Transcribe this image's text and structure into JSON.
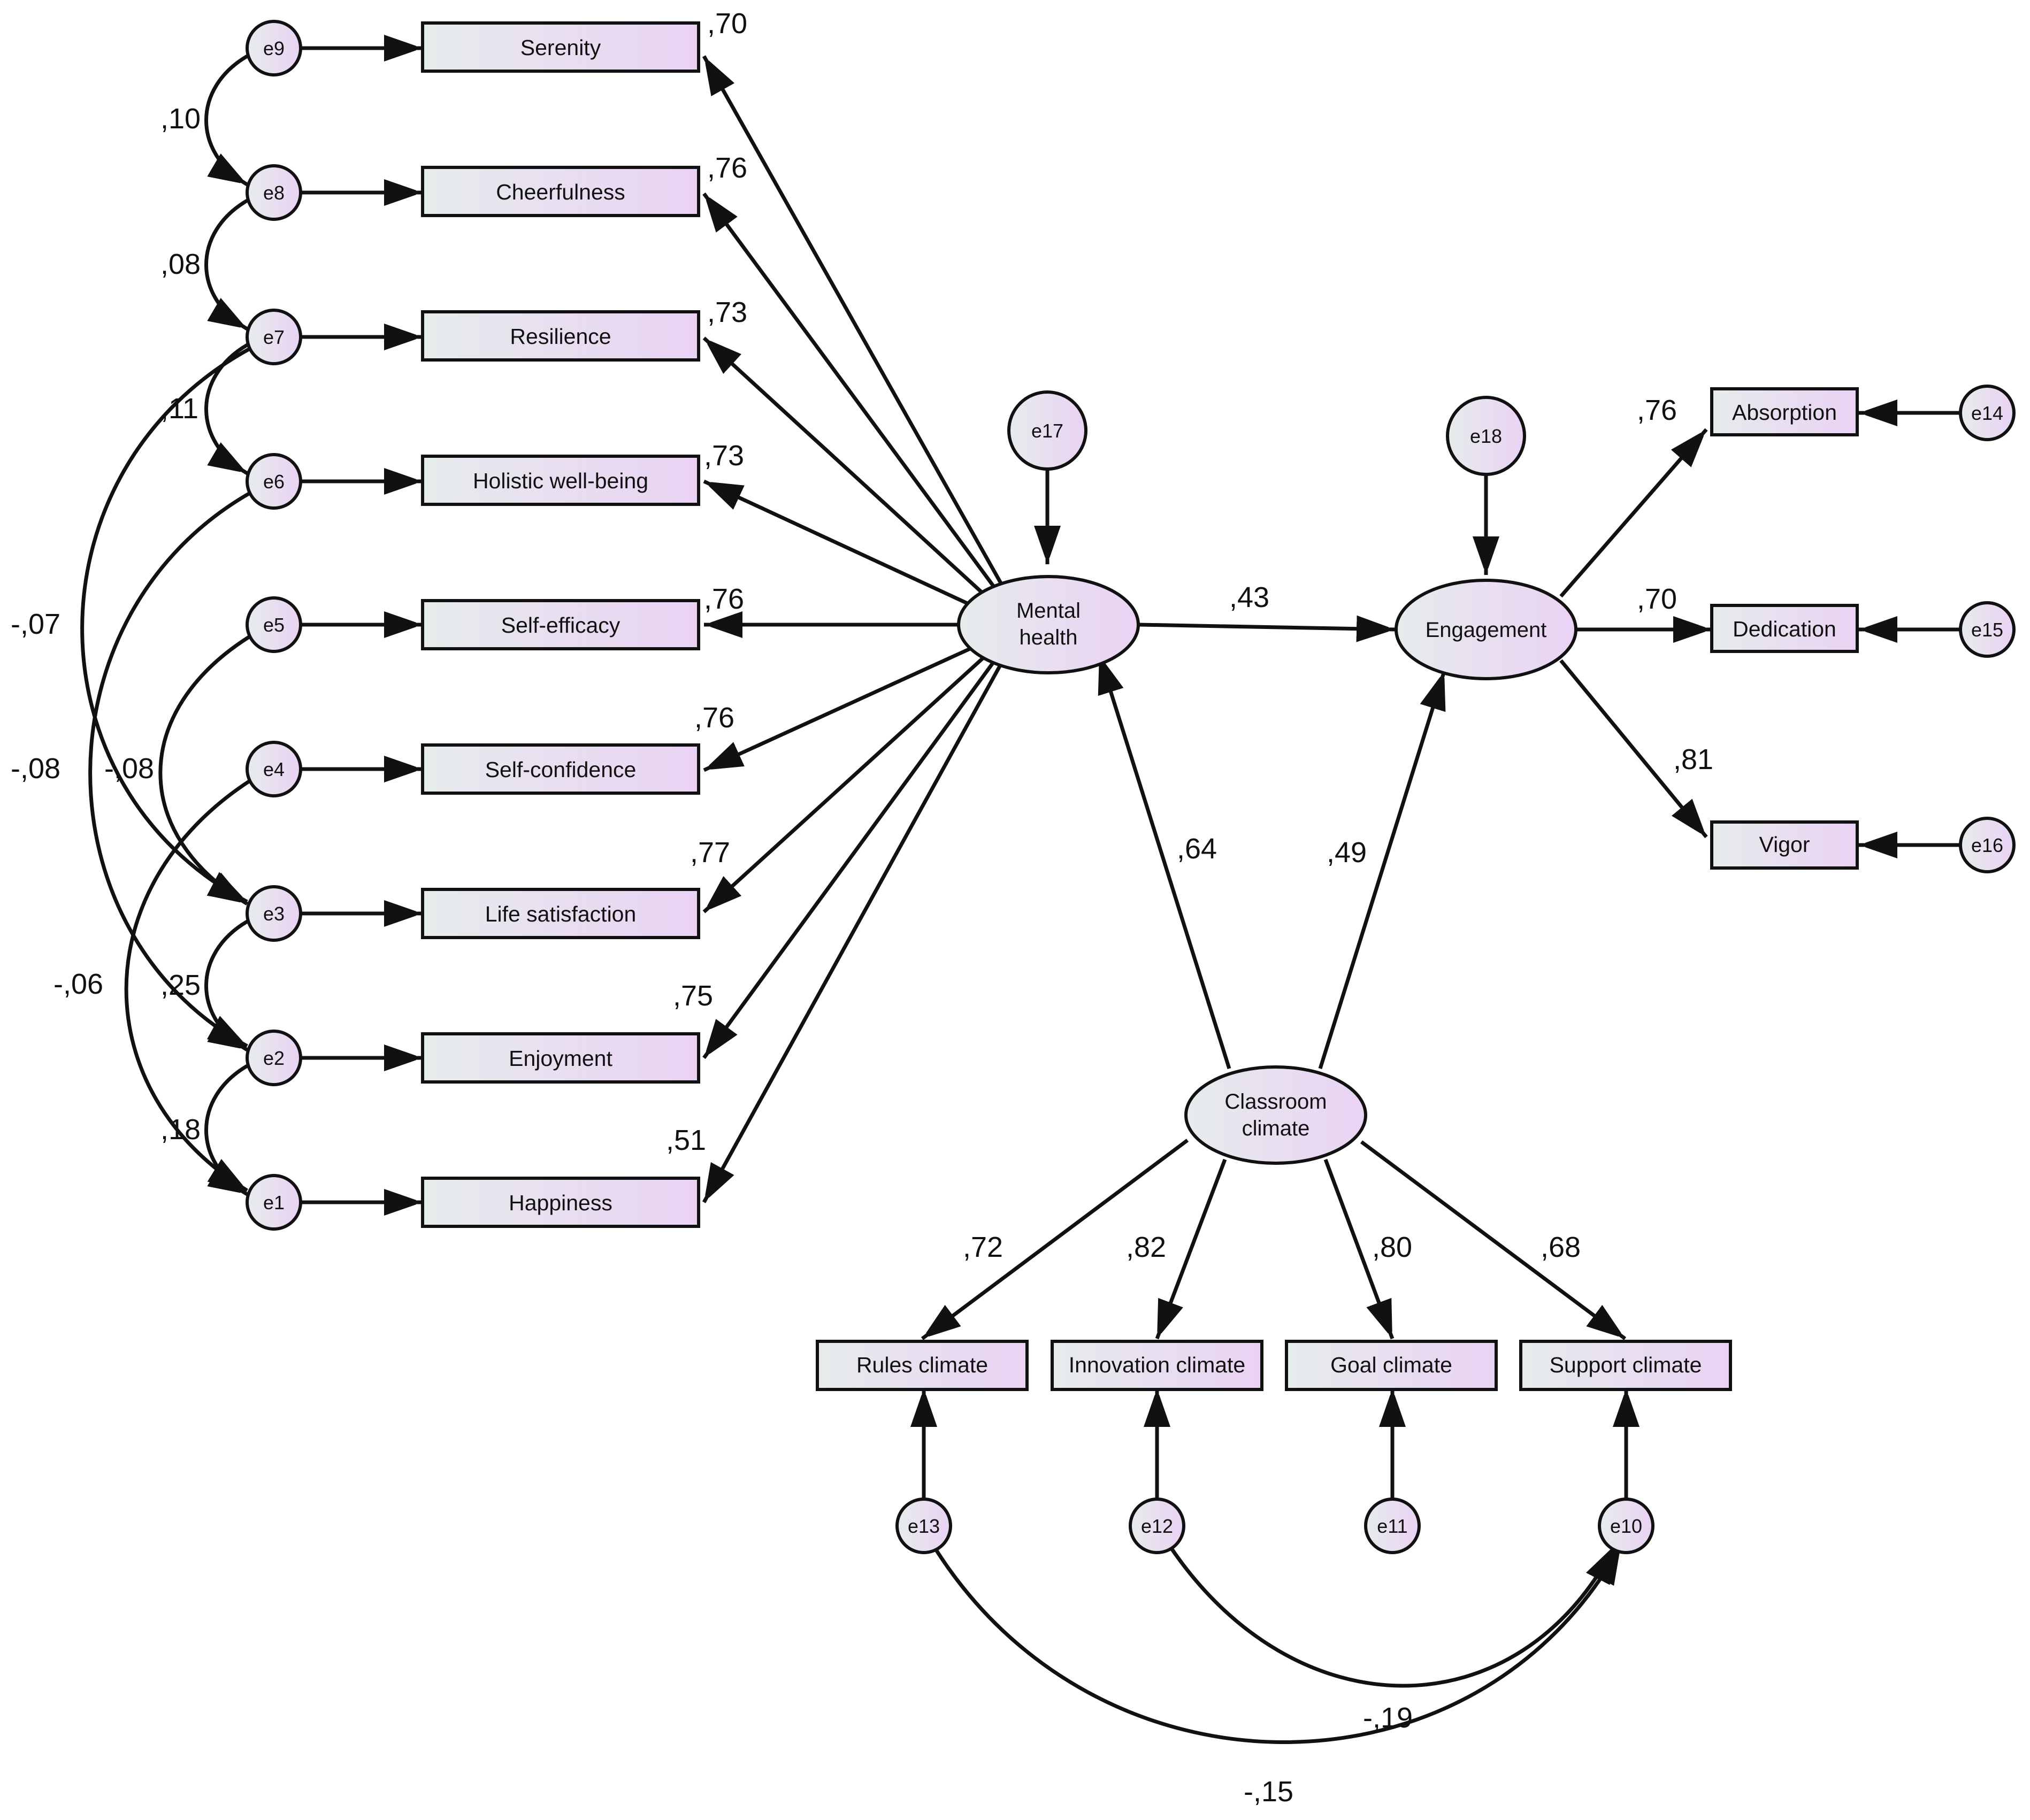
{
  "diagram": {
    "colors": {
      "fill_left": "#e6ecec",
      "fill_right": "#ead2f4",
      "stroke": "#111111"
    },
    "latent": {
      "mental": [
        "Mental",
        "health"
      ],
      "engagement": [
        "Engagement"
      ],
      "classroom": [
        "Classroom",
        "climate"
      ]
    },
    "indicators": {
      "serenity": "Serenity",
      "cheerfulness": "Cheerfulness",
      "resilience": "Resilience",
      "holistic": "Holistic well-being",
      "selfefficacy": "Self-efficacy",
      "selfconfidence": "Self-confidence",
      "lifesat": "Life satisfaction",
      "enjoyment": "Enjoyment",
      "happiness": "Happiness",
      "absorption": "Absorption",
      "dedication": "Dedication",
      "vigor": "Vigor",
      "rules": "Rules climate",
      "innovation": "Innovation climate",
      "goal": "Goal climate",
      "support": "Support climate"
    },
    "errors": {
      "e1": "e1",
      "e2": "e2",
      "e3": "e3",
      "e4": "e4",
      "e5": "e5",
      "e6": "e6",
      "e7": "e7",
      "e8": "e8",
      "e9": "e9",
      "e10": "e10",
      "e11": "e11",
      "e12": "e12",
      "e13": "e13",
      "e14": "e14",
      "e15": "e15",
      "e16": "e16",
      "e17": "e17",
      "e18": "e18"
    },
    "loadings": {
      "mental_serenity": ",70",
      "mental_cheerfulness": ",76",
      "mental_resilience": ",73",
      "mental_holistic": ",73",
      "mental_selfefficacy": ",76",
      "mental_selfconfidence": ",76",
      "mental_lifesat": ",77",
      "mental_enjoyment": ",75",
      "mental_happiness": ",51",
      "engagement_absorption": ",76",
      "engagement_dedication": ",70",
      "engagement_vigor": ",81",
      "classroom_rules": ",72",
      "classroom_innovation": ",82",
      "classroom_goal": ",80",
      "classroom_support": ",68"
    },
    "paths": {
      "mental_engagement": ",43",
      "classroom_mental": ",64",
      "classroom_engagement": ",49"
    },
    "covariances": {
      "e9_e8": ",10",
      "e8_e7": ",08",
      "e7_e6": ",11",
      "e7_e3": "-,07",
      "e6_e2": "-,08",
      "e5_e3": "-,08",
      "e4_e1": "-,06",
      "e3_e2": ",25",
      "e2_e1": ",18",
      "e12_e10": "-,19",
      "e13_e10": "-,15"
    }
  }
}
